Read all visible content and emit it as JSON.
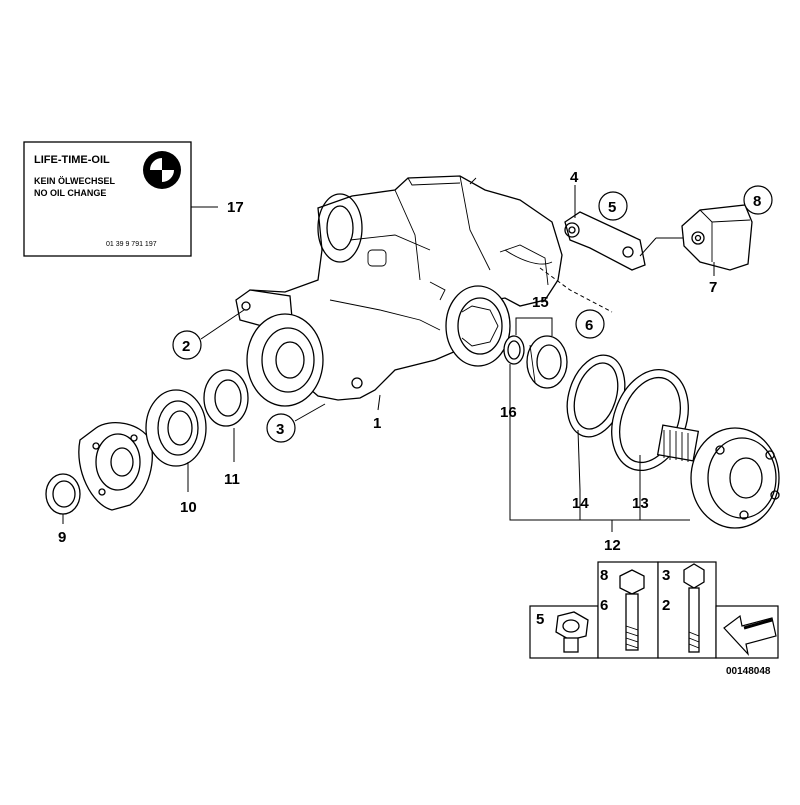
{
  "label_card": {
    "line1": "LIFE-TIME-OIL",
    "line2": "KEIN ÖLWECHSEL",
    "line3": "NO OIL CHANGE",
    "part_number": "01 39 9 791 197",
    "logo": "bmw-roundel-icon"
  },
  "callouts": {
    "c1": "1",
    "c2": "2",
    "c3": "3",
    "c4": "4",
    "c5": "5",
    "c6": "6",
    "c7": "7",
    "c8": "8",
    "c9": "9",
    "c10": "10",
    "c11": "11",
    "c12": "12",
    "c13": "13",
    "c14": "14",
    "c15": "15",
    "c16": "16",
    "c17": "17"
  },
  "hardware_box": {
    "cell_nut": "5",
    "cell_bolt_a_top": "8",
    "cell_bolt_a_bottom": "6",
    "cell_bolt_b_top": "3",
    "cell_bolt_b_bottom": "2"
  },
  "diagram_id": "00148048"
}
